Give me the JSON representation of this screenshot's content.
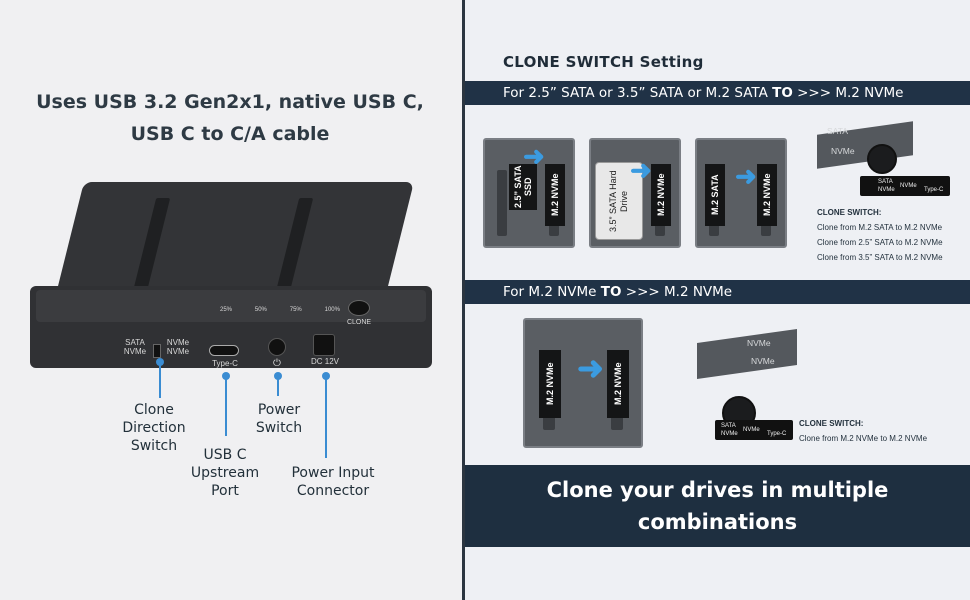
{
  "left": {
    "title_line1": "Uses USB 3.2 Gen2x1, native USB C,",
    "title_line2": "USB C to C/A cable",
    "device_labels": {
      "sata_left": "SATA",
      "nvme_left": "NVMe",
      "nvme_right_top": "NVMe",
      "nvme_right_bottom": "NVMe",
      "typec": "Type-C",
      "power_icon": "⏻",
      "dc": "DC 12V",
      "clone": "CLONE",
      "progress": [
        "25%",
        "50%",
        "75%",
        "100%"
      ]
    },
    "callouts": {
      "clone_switch": [
        "Clone",
        "Direction",
        "Switch"
      ],
      "usb_port": [
        "USB C",
        "Upstream",
        "Port"
      ],
      "power_switch": [
        "Power",
        "Switch"
      ],
      "power_input": [
        "Power Input",
        "Connector"
      ]
    }
  },
  "right": {
    "section_title": "CLONE SWITCH Setting",
    "band1": {
      "pre": "For 2.5” SATA or 3.5” SATA or M.2 SATA ",
      "bold": "TO",
      "post": " >>> M.2 NVMe"
    },
    "band2": {
      "pre": "For M.2 NVMe ",
      "bold": "TO",
      "post": " >>> M.2 NVMe"
    },
    "drives": {
      "ssd25": "2.5” SATA SSD",
      "nvme": "M.2 NVMe",
      "hdd35": "3.5” SATA Hard Drive",
      "m2sata": "M.2 SATA"
    },
    "panel1": {
      "line1": "SATA",
      "line2": "NVMe"
    },
    "panel2": {
      "line1": "NVMe",
      "line2": "NVMe"
    },
    "strip1": {
      "a": "SATA",
      "b": "NVMe",
      "c": "NVMe",
      "typec": "Type-C"
    },
    "strip2": {
      "a": "SATA",
      "b": "NVMe",
      "c": "NVMe",
      "typec": "Type-C"
    },
    "switch_note1": {
      "heading": "CLONE SWITCH:",
      "lines": [
        "Clone from M.2 SATA to M.2 NVMe",
        "Clone from 2.5” SATA to M.2 NVMe",
        "Clone from 3.5” SATA to M.2 NVMe"
      ]
    },
    "switch_note2": {
      "heading": "CLONE SWITCH:",
      "lines": [
        "Clone from M.2 NVMe to M.2 NVMe"
      ]
    },
    "footer_line1": "Clone your drives in multiple",
    "footer_line2": "combinations"
  },
  "colors": {
    "accent": "#3a8cd2",
    "band": "#203246",
    "footer": "#1e2f40",
    "arrow": "#3b9be0"
  }
}
